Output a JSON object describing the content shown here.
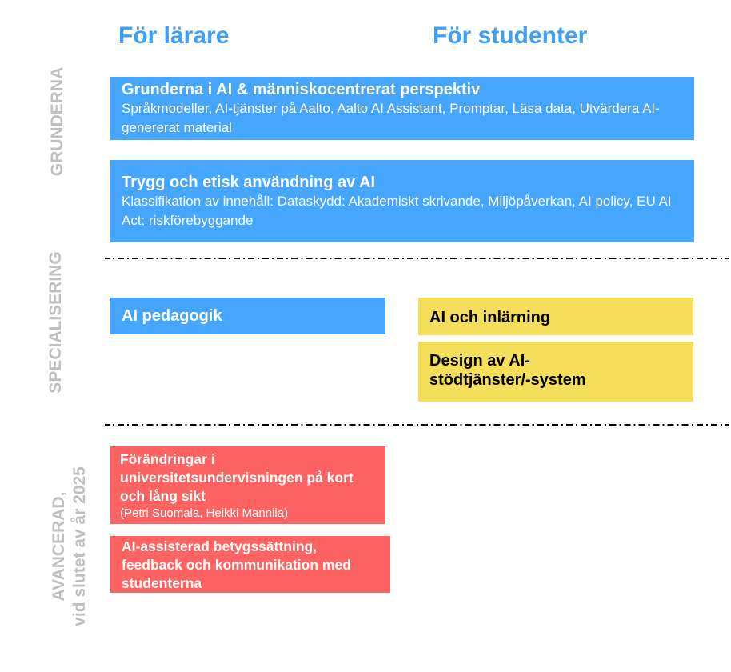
{
  "columns": {
    "teachers": "För lärare",
    "students": "För studenter"
  },
  "levels": {
    "basics": "GRUNDERNA",
    "specialization": "SPECIALISERING",
    "advanced_line1": "AVANCERAD,",
    "advanced_line2": "vid slutet av år 2025"
  },
  "basics": [
    {
      "title": "Grunderna i AI & människocentrerat perspektiv",
      "desc": "Språkmodeller, AI-tjänster på Aalto, Aalto AI Assistant, Promptar, Läsa data, Utvärdera AI-genererat material"
    },
    {
      "title": "Trygg och etisk användning av  AI",
      "desc": "Klassifikation av innehåll: Dataskydd: Akademiskt skrivande, Miljöpåverkan, AI policy, EU AI Act: riskförebyggande"
    }
  ],
  "specialization": {
    "teachers": [
      "AI pedagogik"
    ],
    "students": [
      "AI och inlärning",
      "Design av AI-stödtjänster/-system"
    ]
  },
  "advanced": [
    {
      "title": "Förändringar i universitetsundervisningen på kort och lång sikt",
      "authors": "(Petri Suomala, Heikki Mannila)"
    },
    {
      "title": "AI-assisterad betygssättning, feedback och kommunikation med studenterna"
    }
  ],
  "colors": {
    "blue": "#46a6fe",
    "yellow": "#f5df5a",
    "red": "#fe6363",
    "heading": "#3ea0f5",
    "level": "#bfbfbf"
  }
}
